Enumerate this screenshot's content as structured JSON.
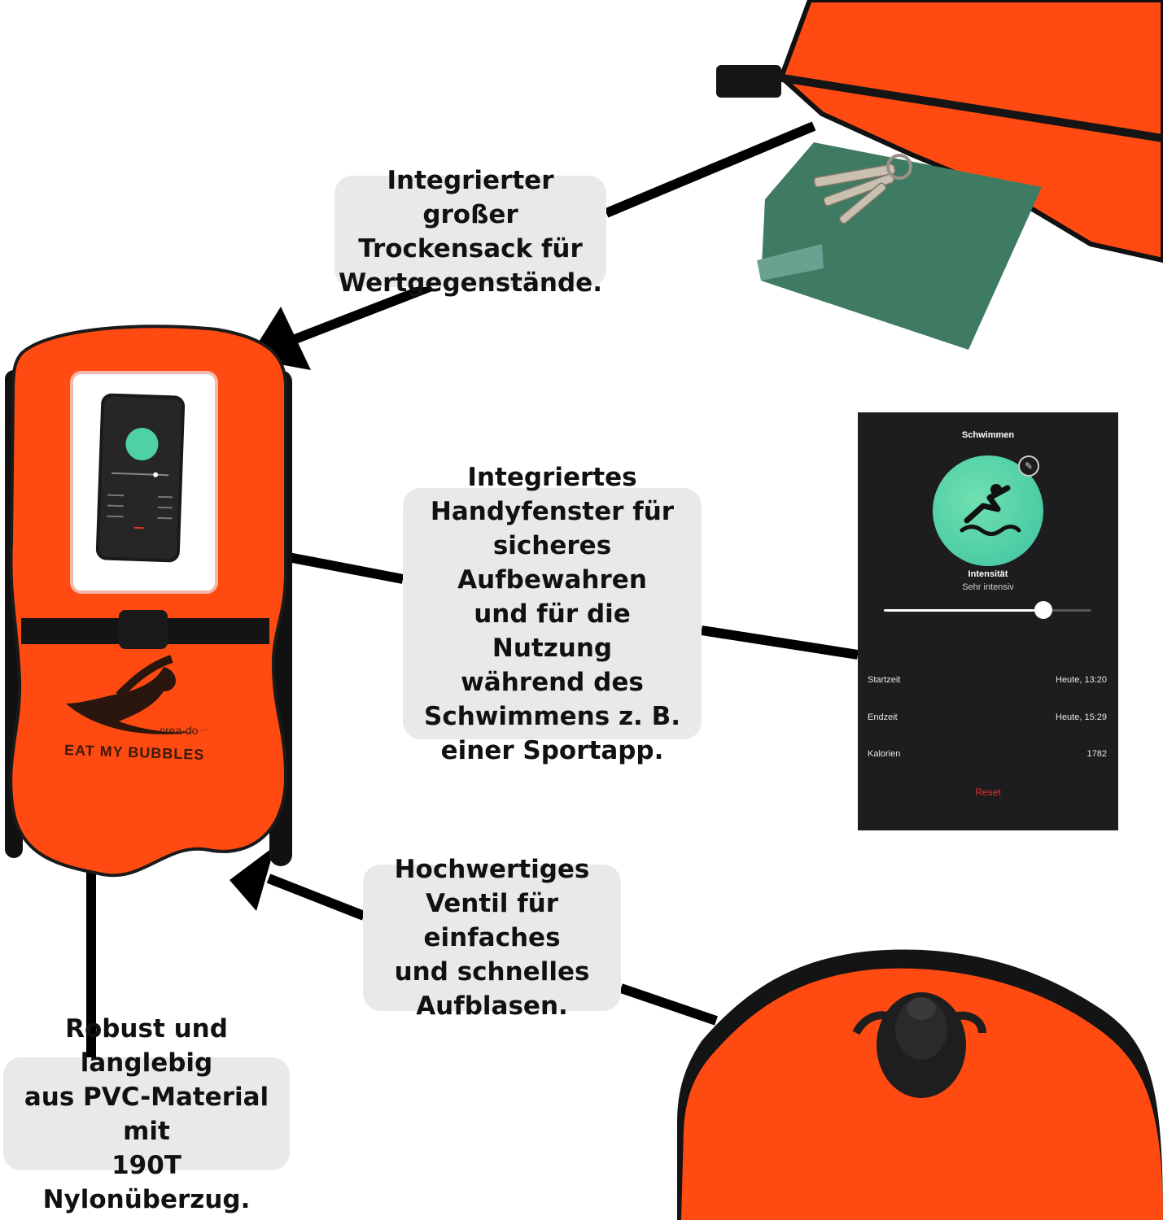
{
  "callouts": {
    "dry_bag": "Integrierter großer\nTrockensack für\nWertgegenstände.",
    "phone_window": "Integriertes\nHandyfenster für\nsicheres Aufbewahren\nund für die Nutzung\nwährend des\nSchwimmens z. B.\neiner Sportapp.",
    "valve": "Hochwertiges\nVentil für einfaches\nund schnelles\nAufblasen.",
    "material": "Robust und langlebig\naus PVC-Material mit\n190T Nylonüberzug."
  },
  "app": {
    "title": "Schwimmen",
    "intensity_label": "Intensität",
    "intensity_value": "Sehr intensiv",
    "intensity_level": 0.77,
    "rows": [
      {
        "label": "Startzeit",
        "value": "Heute, 13:20"
      },
      {
        "label": "Endzeit",
        "value": "Heute, 15:29"
      },
      {
        "label": "Kalorien",
        "value": "1782"
      }
    ],
    "reset_label": "Reset"
  },
  "brand": {
    "small": "crea-do",
    "name": "EAT MY BUBBLES"
  },
  "colors": {
    "buoy_orange": "#ff4a12",
    "callout_bg": "#e9e9e9",
    "panel_bg": "#1d1d1f",
    "accent_green": "#4fd1a8",
    "towel_green": "#3f7a63",
    "reset_red": "#e0332a"
  }
}
